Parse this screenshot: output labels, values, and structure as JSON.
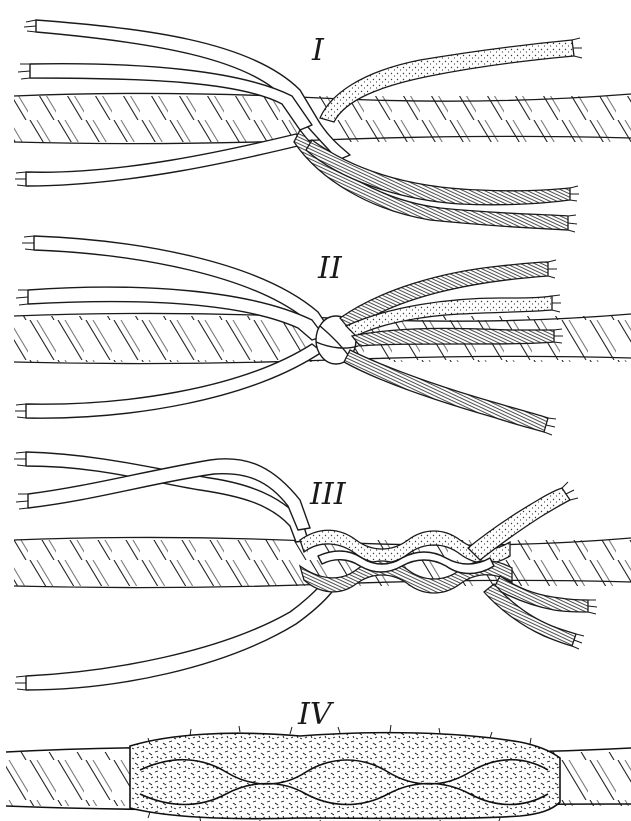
{
  "diagram": {
    "steps": [
      {
        "label": "I"
      },
      {
        "label": "II"
      },
      {
        "label": "III"
      },
      {
        "label": "IV"
      }
    ]
  },
  "colors": {
    "ink": "#1a1a1a",
    "paper": "#ffffff",
    "stipple": "#3a3a3a"
  }
}
